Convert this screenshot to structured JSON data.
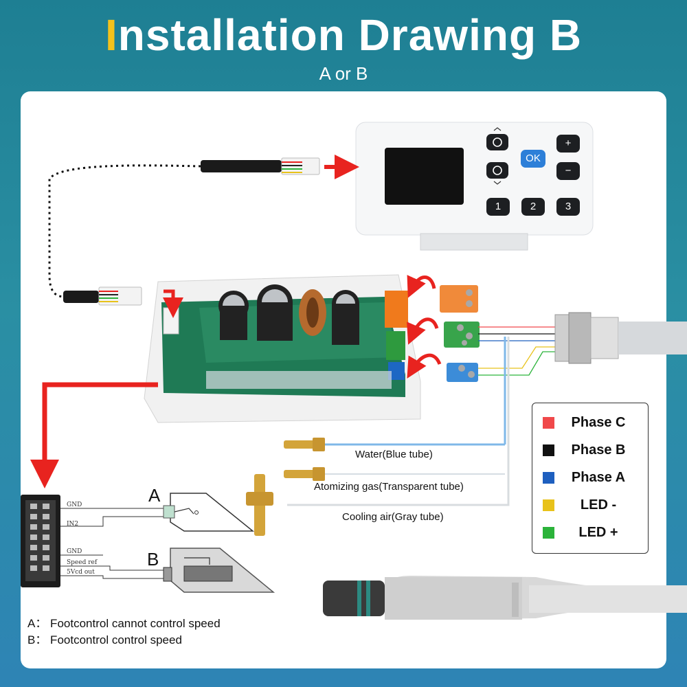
{
  "header": {
    "title_initial": "I",
    "title_rest": "nstallation Drawing B",
    "subtitle": "A or B"
  },
  "keypad": {
    "ok_label": "OK",
    "plus_label": "+",
    "minus_label": "−",
    "key1": "1",
    "key2": "2",
    "key3": "3"
  },
  "tubes": {
    "water": "Water(Blue tube)",
    "atomizing": "Atomizing gas(Transparent tube)",
    "cooling": "Cooling air(Gray tube)"
  },
  "legend": [
    {
      "label": "Phase C",
      "color": "#f0484a"
    },
    {
      "label": "Phase B",
      "color": "#111111"
    },
    {
      "label": "Phase A",
      "color": "#1e5fbf"
    },
    {
      "label": "LED -",
      "color": "#e8c21a"
    },
    {
      "label": "LED +",
      "color": "#2bb33a"
    }
  ],
  "connector_labels": {
    "gnd_a": "GND",
    "in2": "IN2",
    "gnd_b": "GND",
    "speed_ref": "Speed ref",
    "vcd_out": "5Vcd out"
  },
  "options": {
    "a_letter": "A",
    "b_letter": "B",
    "note_a": "A：  Footcontrol cannot control speed",
    "note_b": "B：  Footcontrol control speed"
  },
  "colors": {
    "accent": "#f4c21b",
    "arrow": "#e8231f",
    "ok_button": "#2d7fd8"
  }
}
